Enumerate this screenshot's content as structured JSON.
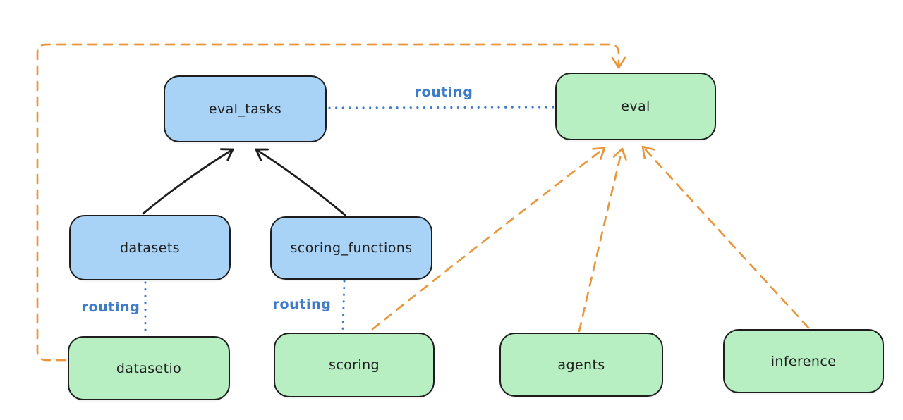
{
  "diagram": {
    "nodes": {
      "eval_tasks": {
        "label": "eval_tasks",
        "fill": "#a8d3f7"
      },
      "eval": {
        "label": "eval",
        "fill": "#b7efc2"
      },
      "datasets": {
        "label": "datasets",
        "fill": "#a8d3f7"
      },
      "scoring_functions": {
        "label": "scoring_functions",
        "fill": "#a8d3f7"
      },
      "datasetio": {
        "label": "datasetio",
        "fill": "#b7efc2"
      },
      "scoring": {
        "label": "scoring",
        "fill": "#b7efc2"
      },
      "agents": {
        "label": "agents",
        "fill": "#b7efc2"
      },
      "inference": {
        "label": "inference",
        "fill": "#b7efc2"
      }
    },
    "edge_labels": {
      "routing_top": "routing",
      "routing_datasets": "routing",
      "routing_scoring": "routing"
    },
    "colors": {
      "node_stroke": "#1d1d1d",
      "blue_fill": "#a8d3f7",
      "green_fill": "#b7efc2",
      "routing_blue": "#3e7cc9",
      "dependency_orange": "#e8973d",
      "arrow_black": "#1d1d1d",
      "background": "#ffffff"
    }
  }
}
